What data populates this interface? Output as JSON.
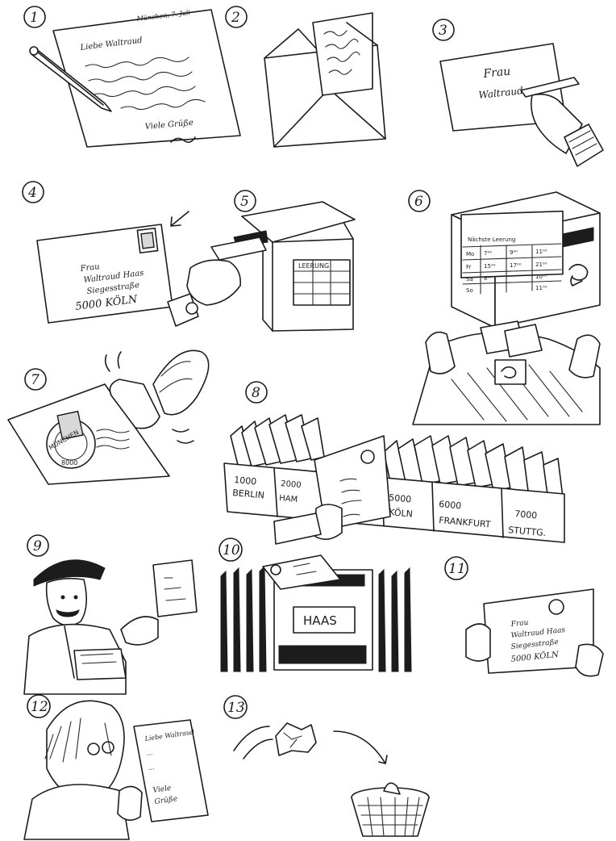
{
  "panels": [
    {
      "number": "1",
      "scene": "writing-letter"
    },
    {
      "number": "2",
      "scene": "letter-in-envelope"
    },
    {
      "number": "3",
      "scene": "addressing-envelope"
    },
    {
      "number": "4",
      "scene": "stamped-envelope"
    },
    {
      "number": "5",
      "scene": "posting-in-mailbox"
    },
    {
      "number": "6",
      "scene": "emptying-mailbox"
    },
    {
      "number": "7",
      "scene": "postmark-stamping"
    },
    {
      "number": "8",
      "scene": "sorting-by-city"
    },
    {
      "number": "9",
      "scene": "mail-carrier"
    },
    {
      "number": "10",
      "scene": "house-letterbox"
    },
    {
      "number": "11",
      "scene": "receiving-letter"
    },
    {
      "number": "12",
      "scene": "reading-letter"
    },
    {
      "number": "13",
      "scene": "discarding-envelope"
    }
  ],
  "letter": {
    "date": "München, 7. Juli",
    "greeting": "Liebe Waltraud",
    "closing": "Viele Grüße"
  },
  "envelope": {
    "address_line1": "Frau",
    "address_line2": "Waltraud Haas",
    "address_line3": "Siegesstraße",
    "address_line4": "5000 KÖLN"
  },
  "mailbox_sign": "LEERUNG",
  "collection_table": {
    "header": "Nächste Leerung",
    "rows": [
      [
        "Mo",
        "7⁰⁰",
        "9⁰⁰",
        "11⁰⁰"
      ],
      [
        "Fr",
        "15⁰⁰",
        "17⁰⁰",
        "21⁰⁰"
      ],
      [
        "Sa",
        "8⁰⁰",
        "",
        "10⁰⁰"
      ],
      [
        "So",
        "",
        "",
        "11⁰⁰"
      ]
    ]
  },
  "postmark": {
    "city": "MÜNCHEN",
    "code": "8000"
  },
  "sorting_bins": [
    {
      "code": "1000",
      "city": "BERLIN"
    },
    {
      "code": "2000",
      "city": "HAM"
    },
    {
      "code": "5000",
      "city": "KÖLN"
    },
    {
      "code": "6000",
      "city": "FRANKFURT"
    },
    {
      "code": "7000",
      "city": "STUTTG."
    }
  ],
  "letterbox_name": "HAAS",
  "reading_letter_lines": [
    "Liebe Waltraud",
    "...",
    "...",
    "Viele",
    "Grüße"
  ],
  "icons": {
    "posthorn": "posthorn-icon"
  }
}
